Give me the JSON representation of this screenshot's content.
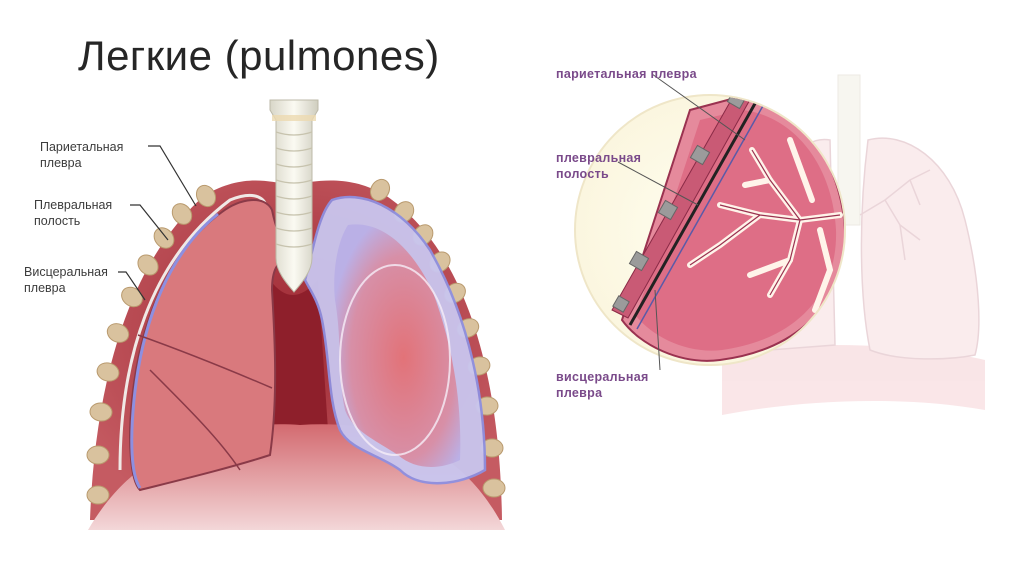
{
  "slide": {
    "title": "Легкие (pulmones)"
  },
  "left_diagram": {
    "labels": {
      "parietal_line1": "Париетальная",
      "parietal_line2": "плевра",
      "cavity_line1": "Плевральная",
      "cavity_line2": "полость",
      "visceral_line1": "Висцеральная",
      "visceral_line2": "плевра"
    }
  },
  "right_diagram": {
    "labels": {
      "parietal": "париетальная плевра",
      "cavity_line1": "плевральная",
      "cavity_line2": "полость",
      "visceral_line1": "висцеральная",
      "visceral_line2": "плевра"
    }
  },
  "colors": {
    "lung_pink": "#d9797d",
    "lung_outline": "#8a3a48",
    "pleura_blue": "#8e8fe0",
    "rib_tan": "#d9c29e",
    "chest_wall": "#b8565c",
    "label_purple": "#7a4a8a",
    "title_text": "#262626"
  }
}
